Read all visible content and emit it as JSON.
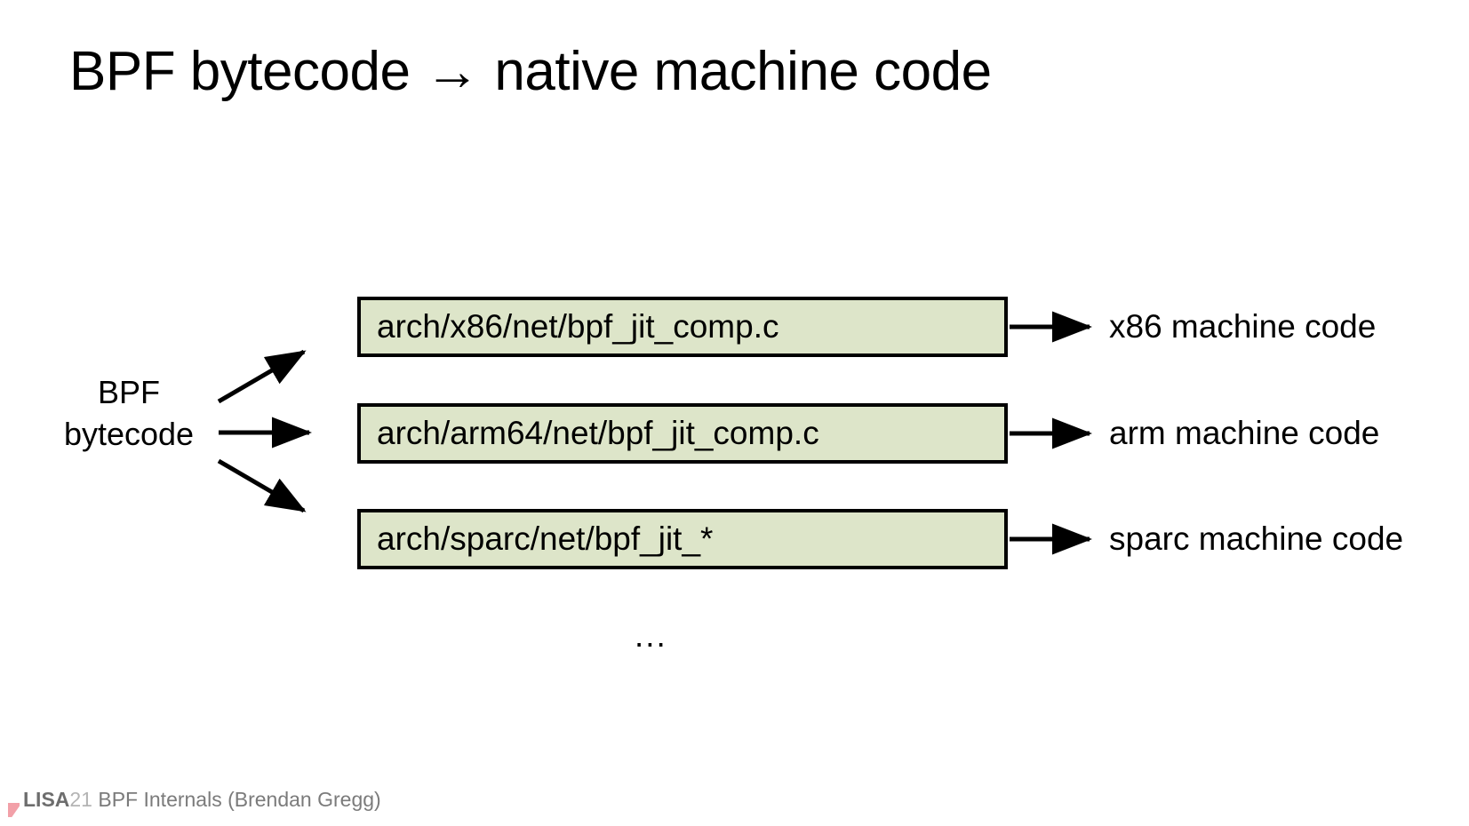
{
  "slide": {
    "title": "BPF bytecode → native machine code",
    "background_color": "#ffffff"
  },
  "diagram": {
    "source_label_line1": "BPF",
    "source_label_line2": "bytecode",
    "box_fill_color": "#dde5c9",
    "box_border_color": "#000000",
    "boxes": [
      {
        "label": "arch/x86/net/bpf_jit_comp.c",
        "output": "x86 machine code"
      },
      {
        "label": "arch/arm64/net/bpf_jit_comp.c",
        "output": "arm machine code"
      },
      {
        "label": "arch/sparc/net/bpf_jit_*",
        "output": "sparc machine code"
      }
    ],
    "ellipsis": "..."
  },
  "footer": {
    "brand": "LISA",
    "year": "21",
    "text": " BPF Internals (Brendan Gregg)",
    "brand_color": "#6d6d6d",
    "year_color": "#b4b4b4",
    "text_color": "#7b7b7b",
    "mark_color": "#f2a0a8"
  }
}
